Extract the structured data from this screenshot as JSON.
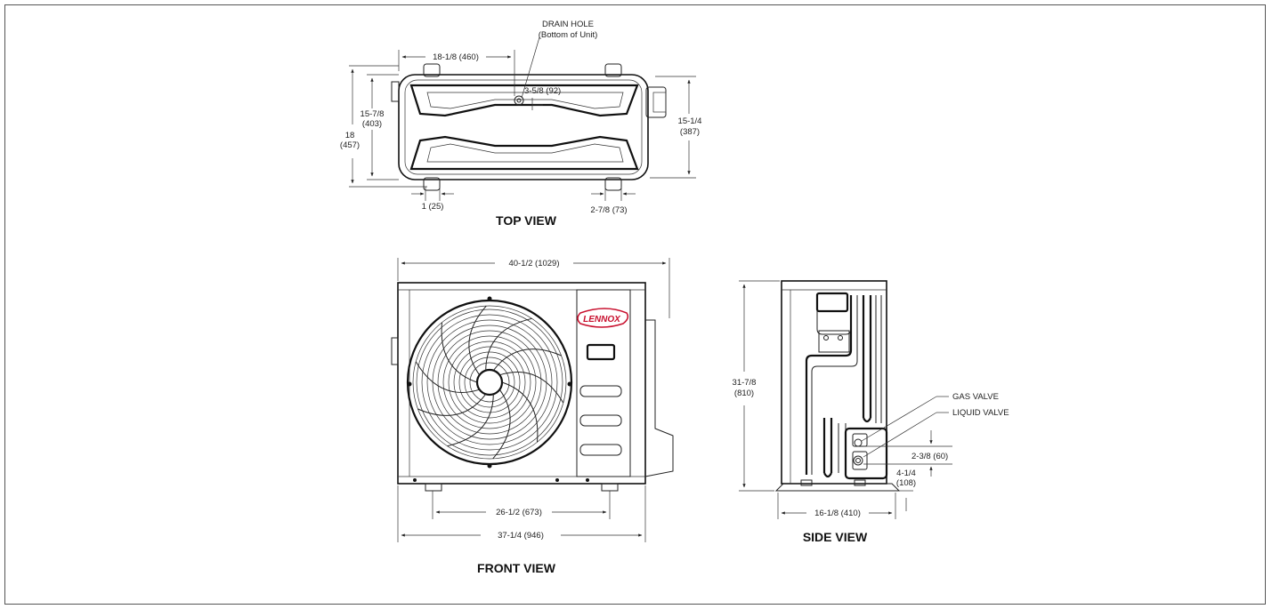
{
  "views": {
    "top": "TOP VIEW",
    "front": "FRONT VIEW",
    "side": "SIDE VIEW"
  },
  "top_view": {
    "drain_hole": "DRAIN HOLE",
    "drain_hole_note": "(Bottom of Unit)",
    "dim_top_width": "18-1/8 (460)",
    "dim_drain_offset": "3-5/8 (92)",
    "dim_left_inner_a": "15-7/8",
    "dim_left_inner_b": "(403)",
    "dim_left_outer_a": "18",
    "dim_left_outer_b": "(457)",
    "dim_right_a": "15-1/4",
    "dim_right_b": "(387)",
    "dim_foot_left": "1 (25)",
    "dim_foot_right": "2-7/8 (73)"
  },
  "front_view": {
    "logo": "LENNOX",
    "dim_overall_width": "40-1/2 (1029)",
    "dim_feet_spacing": "26-1/2 (673)",
    "dim_cabinet_width": "37-1/4 (946)"
  },
  "side_view": {
    "dim_height_a": "31-7/8",
    "dim_height_b": "(810)",
    "gas_valve": "GAS VALVE",
    "liquid_valve": "LIQUID VALVE",
    "dim_valve_spacing": "2-3/8 (60)",
    "dim_valve_height_a": "4-1/4",
    "dim_valve_height_b": "(108)",
    "dim_depth": "16-1/8 (410)"
  },
  "colors": {
    "line": "#111111",
    "logo_red": "#c8102e"
  }
}
